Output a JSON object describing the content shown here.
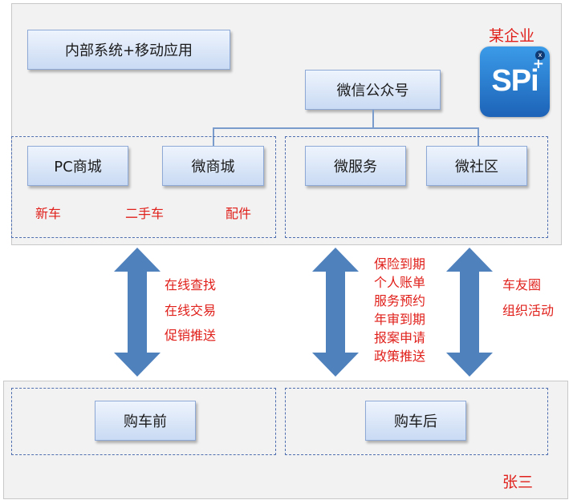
{
  "enterprise": {
    "label": "某企业",
    "internal_system": "内部系统+移动应用",
    "wechat_account": "微信公众号",
    "logo": {
      "icon": "spi-app-icon",
      "text": "SPi",
      "plus": "+"
    }
  },
  "channels": {
    "pc_mall": "PC商城",
    "wechat_mall": "微商城",
    "wechat_service": "微服务",
    "wechat_community": "微社区"
  },
  "product_tags": [
    "新车",
    "二手车",
    "配件"
  ],
  "pre_purchase_functions": [
    "在线查找",
    "在线交易",
    "促销推送"
  ],
  "post_purchase_functions": [
    "保险到期",
    "个人账单",
    "服务预约",
    "年审到期",
    "报案申请",
    "政策推送"
  ],
  "community_functions": [
    "车友圈",
    "组织活动"
  ],
  "customer": {
    "name": "张三",
    "pre_purchase": "购车前",
    "post_purchase": "购车后"
  },
  "colors": {
    "box_fill": "#dce8f8",
    "arrow": "#4f81bd",
    "annotation": "#e0201b",
    "panel": "#f2f2f2"
  }
}
